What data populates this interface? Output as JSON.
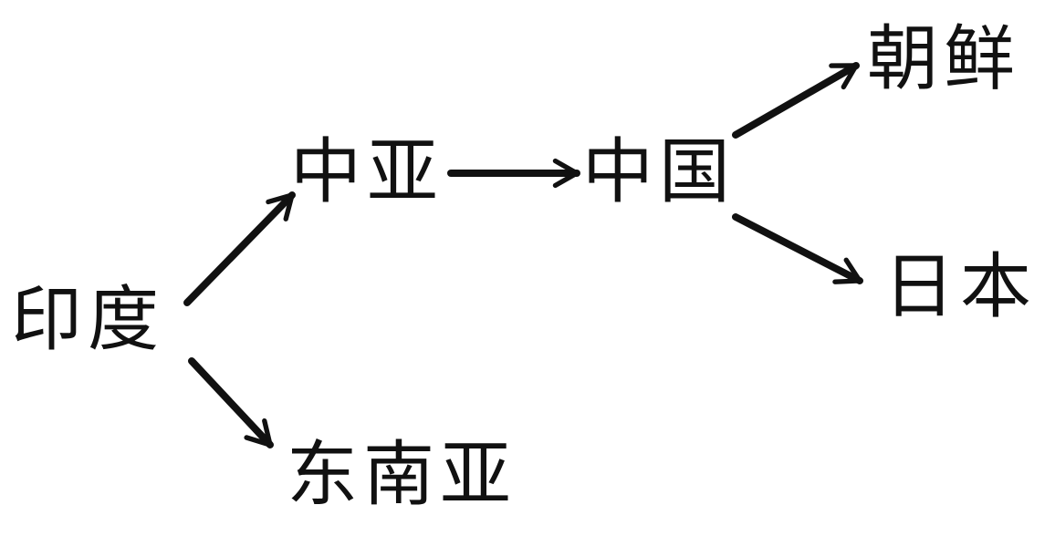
{
  "nodes": {
    "india": "印度",
    "central_asia": "中亚",
    "china": "中国",
    "korea": "朝鲜",
    "japan": "日本",
    "southeast_asia": "东南亚"
  },
  "edges": [
    {
      "from": "india",
      "to": "central_asia"
    },
    {
      "from": "india",
      "to": "southeast_asia"
    },
    {
      "from": "central_asia",
      "to": "china"
    },
    {
      "from": "china",
      "to": "korea"
    },
    {
      "from": "china",
      "to": "japan"
    }
  ],
  "colors": {
    "stroke": "#111111"
  }
}
